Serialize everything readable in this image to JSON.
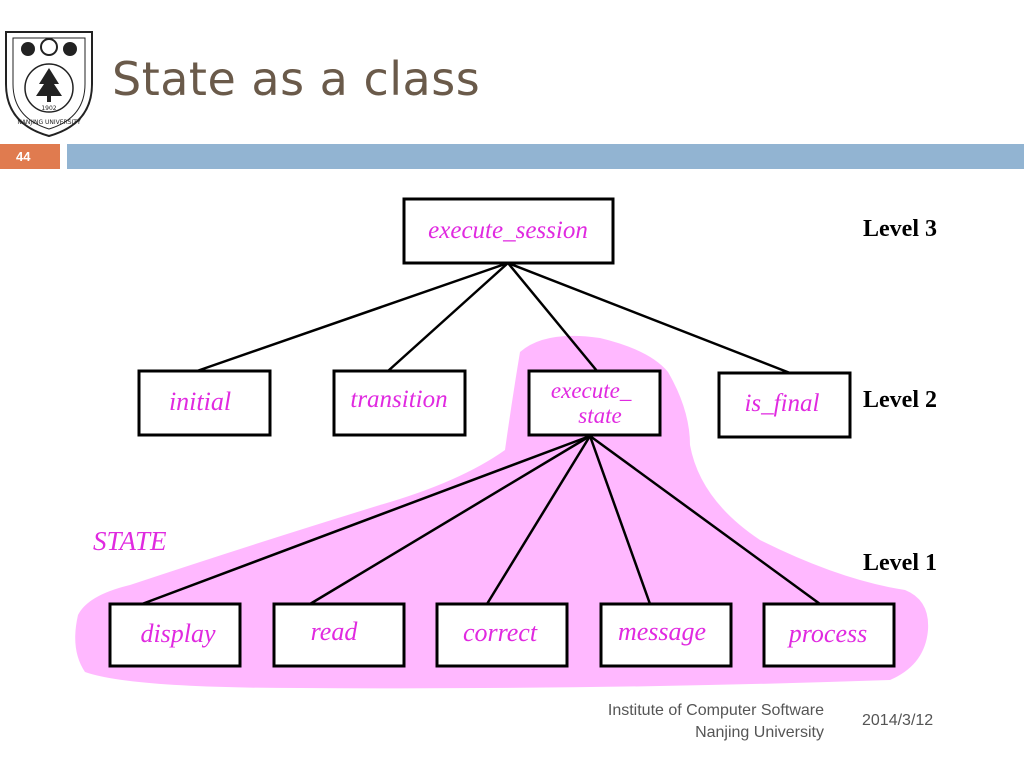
{
  "slide": {
    "title": "State as a class",
    "number": "44",
    "logo_text": "NANJING UNIVERSITY",
    "logo_year": "1902"
  },
  "diagram": {
    "root": "execute_session",
    "level2": [
      "initial",
      "transition",
      "execute_\nstate",
      "is_final"
    ],
    "level1": [
      "display",
      "read",
      "correct",
      "message",
      "process"
    ],
    "group_label": "STATE",
    "levels": [
      "Level 3",
      "Level 2",
      "Level 1"
    ],
    "colors": {
      "text": "#e02ae0",
      "group": "#ffb8ff",
      "title": "#6a5a4a",
      "accent": "#e07b4f",
      "bar": "#92b4d2"
    }
  },
  "footer": {
    "institute_line1": "Institute of Computer Software",
    "institute_line2": "Nanjing University",
    "date": "2014/3/12"
  }
}
